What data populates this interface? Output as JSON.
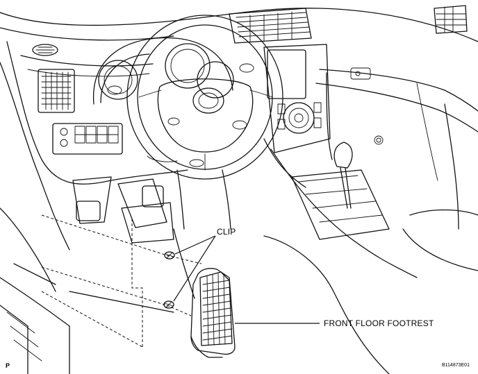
{
  "labels": {
    "clip": "CLIP",
    "front_floor_footrest": "FRONT FLOOR FOOTREST",
    "corner_mark": "P",
    "figure_code": "B114873E01"
  }
}
